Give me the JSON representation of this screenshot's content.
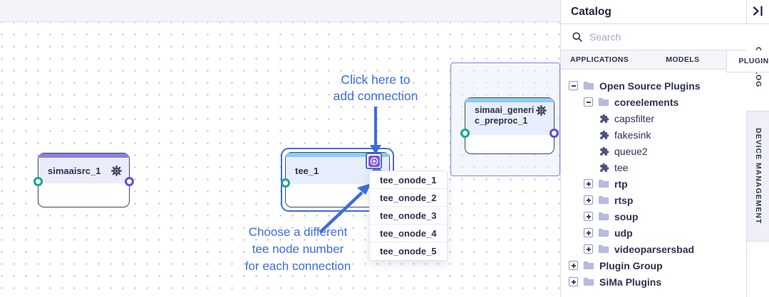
{
  "canvas": {
    "nodes": {
      "src": {
        "name": "simaaisrc_1"
      },
      "tee": {
        "name": "tee_1"
      },
      "pre": {
        "name": "simaai_generic_preproc_1"
      }
    },
    "dropdown": {
      "items": [
        "tee_onode_1",
        "tee_onode_2",
        "tee_onode_3",
        "tee_onode_4",
        "tee_onode_5"
      ]
    },
    "annotations": {
      "click": {
        "lines": [
          "Click here to",
          "add connection"
        ]
      },
      "choose": {
        "lines": [
          "Choose a different",
          "tee node number",
          "for each connection"
        ]
      }
    }
  },
  "catalog": {
    "title": "Catalog",
    "search": {
      "placeholder": "Search"
    },
    "tabs": {
      "applications": "APPLICATIONS",
      "models": "MODELS",
      "plugins": "PLUGINS",
      "active": "PLUGINS"
    },
    "tree": [
      {
        "label": "Open Source Plugins",
        "level": 0,
        "type": "folder",
        "expand": "minus"
      },
      {
        "label": "coreelements",
        "level": 1,
        "type": "folder",
        "expand": "minus"
      },
      {
        "label": "capsfilter",
        "level": 2,
        "type": "plugin"
      },
      {
        "label": "fakesink",
        "level": 2,
        "type": "plugin"
      },
      {
        "label": "queue2",
        "level": 2,
        "type": "plugin"
      },
      {
        "label": "tee",
        "level": 2,
        "type": "plugin"
      },
      {
        "label": "rtp",
        "level": 1,
        "type": "folder",
        "expand": "plus"
      },
      {
        "label": "rtsp",
        "level": 1,
        "type": "folder",
        "expand": "plus"
      },
      {
        "label": "soup",
        "level": 1,
        "type": "folder",
        "expand": "plus"
      },
      {
        "label": "udp",
        "level": 1,
        "type": "folder",
        "expand": "plus"
      },
      {
        "label": "videoparsersbad",
        "level": 1,
        "type": "folder",
        "expand": "plus"
      },
      {
        "label": "Plugin Group",
        "level": 0,
        "type": "folder",
        "expand": "plus"
      },
      {
        "label": "SiMa Plugins",
        "level": 0,
        "type": "folder",
        "expand": "plus"
      }
    ],
    "side_tabs": {
      "catalog": "CATALOG",
      "device": "DEVICE MANAGEMENT"
    }
  },
  "colors": {
    "accent_blue": "#3d6be0",
    "port_green": "#17a589",
    "port_purple": "#5a4fd4",
    "strip_purple": "#8a80e0",
    "strip_blue": "#8fcbf1",
    "plus_button_purple": "#7a52d6",
    "group_border": "#7b85e6",
    "text_dark": "#2b3150"
  }
}
